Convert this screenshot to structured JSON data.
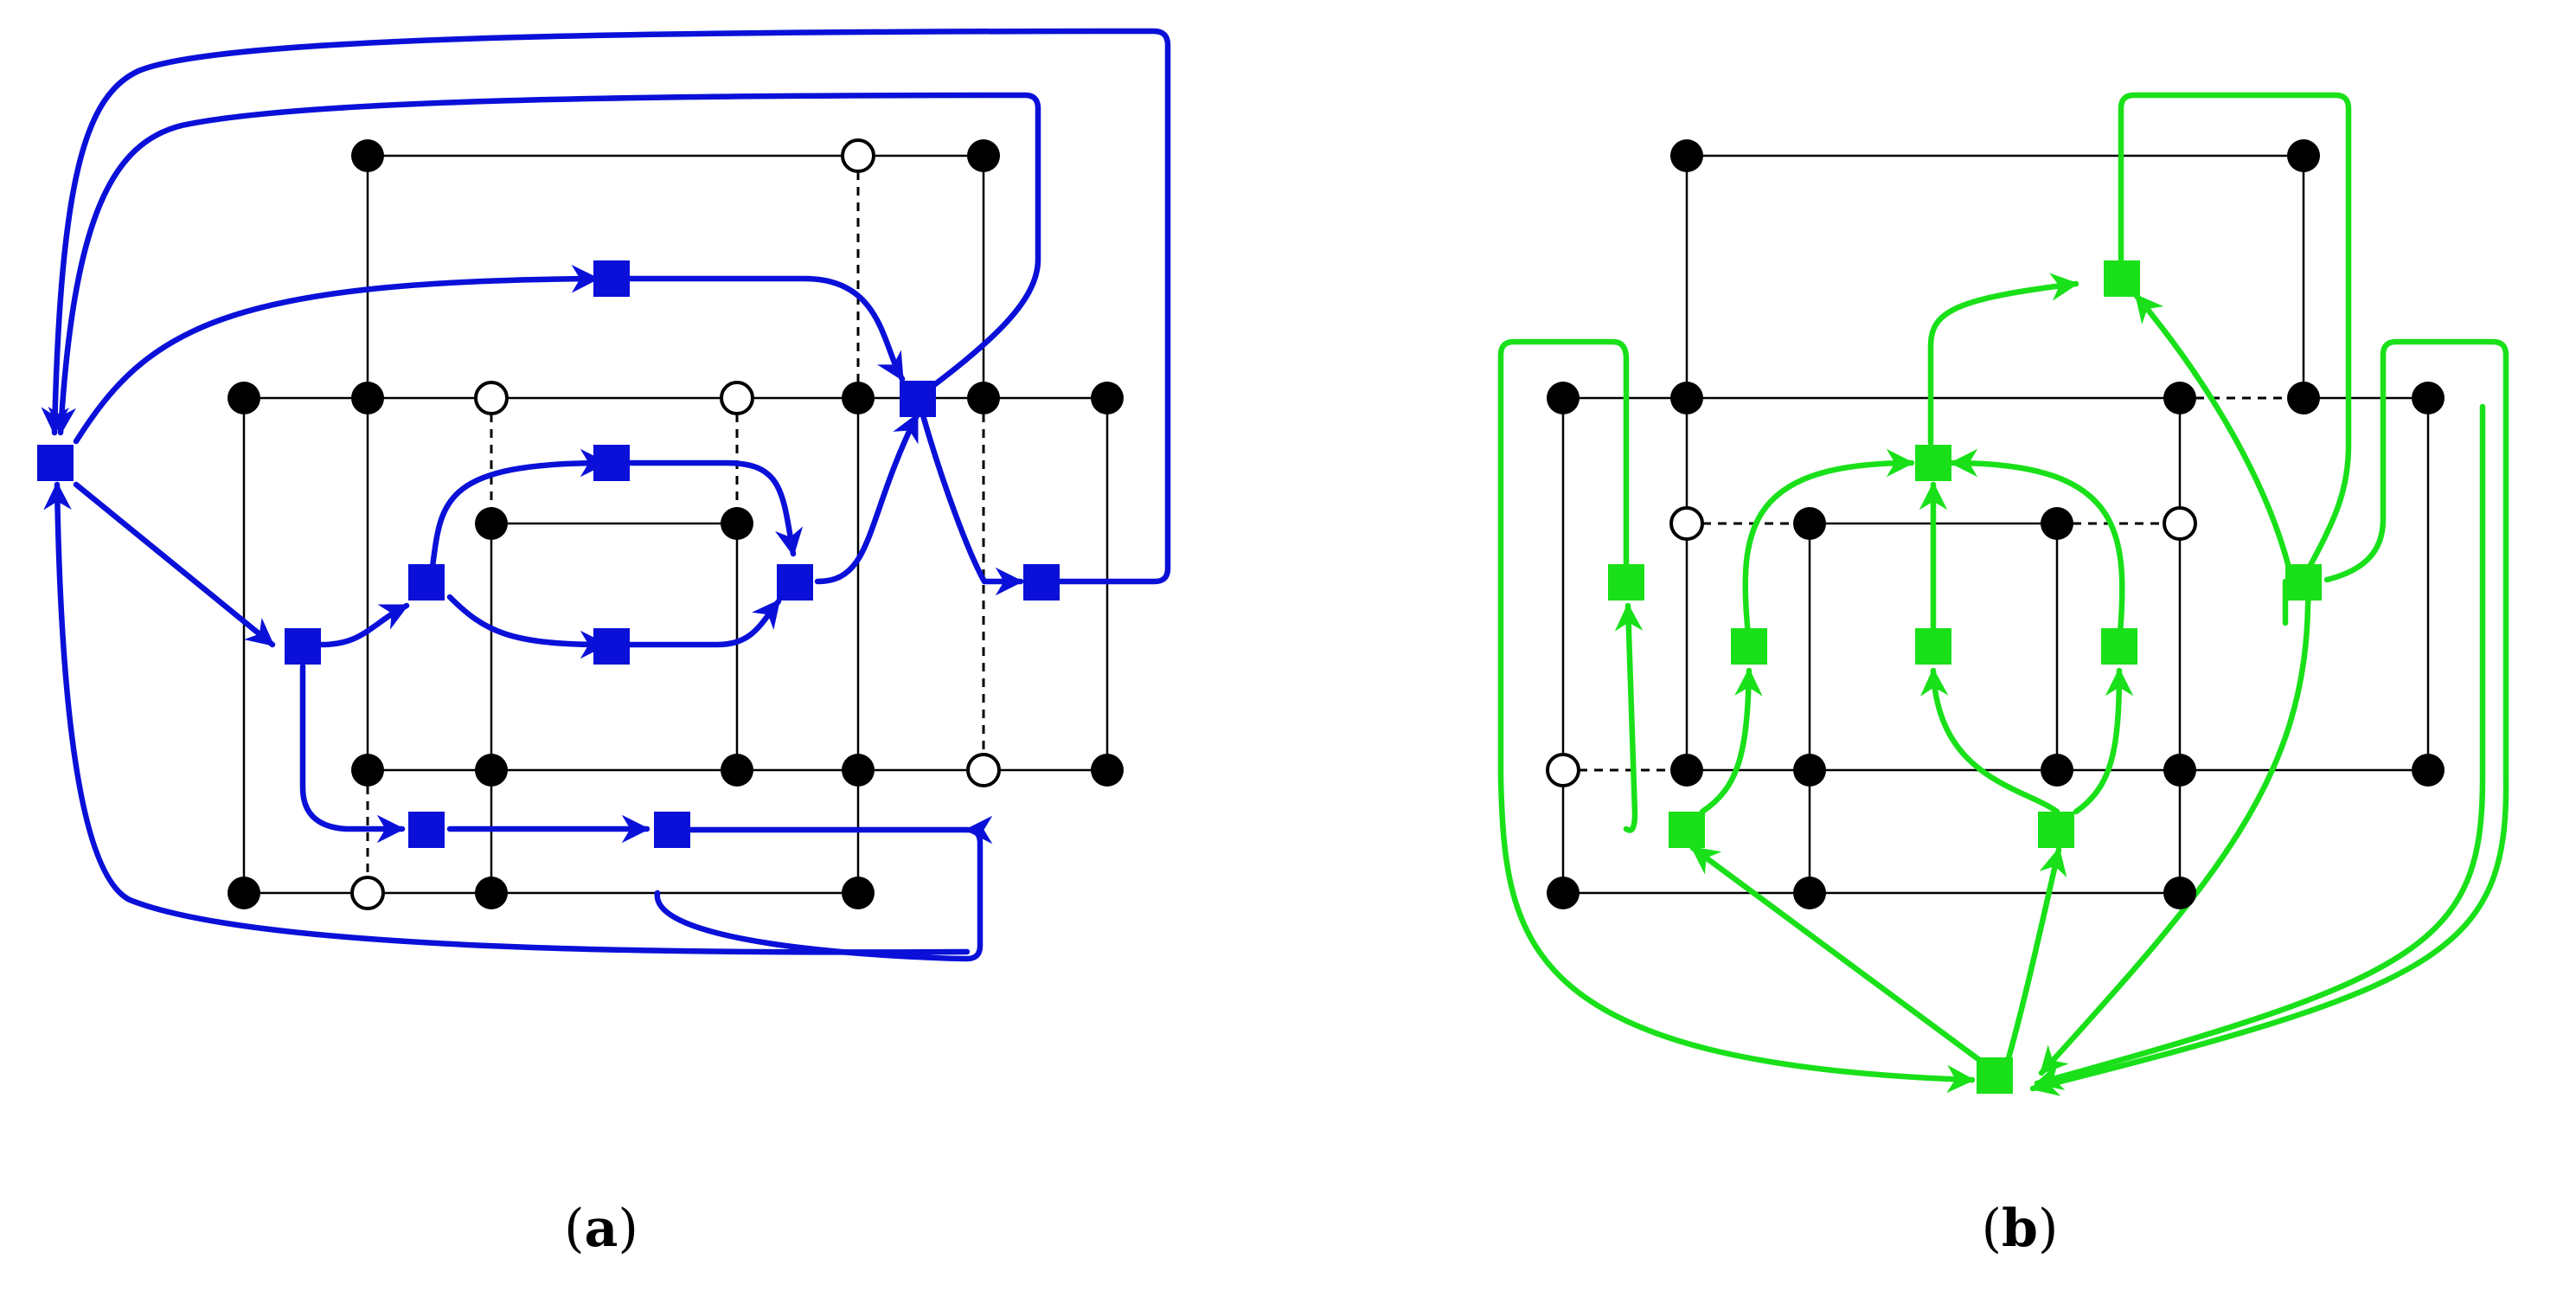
{
  "panels": [
    {
      "id": "a",
      "caption_letter": "a",
      "accent": "#0a10d8"
    },
    {
      "id": "b",
      "caption_letter": "b",
      "accent": "#19e019"
    }
  ],
  "colors": {
    "blue": "#0a10d8",
    "green": "#19e019",
    "vertex": "#000000"
  }
}
